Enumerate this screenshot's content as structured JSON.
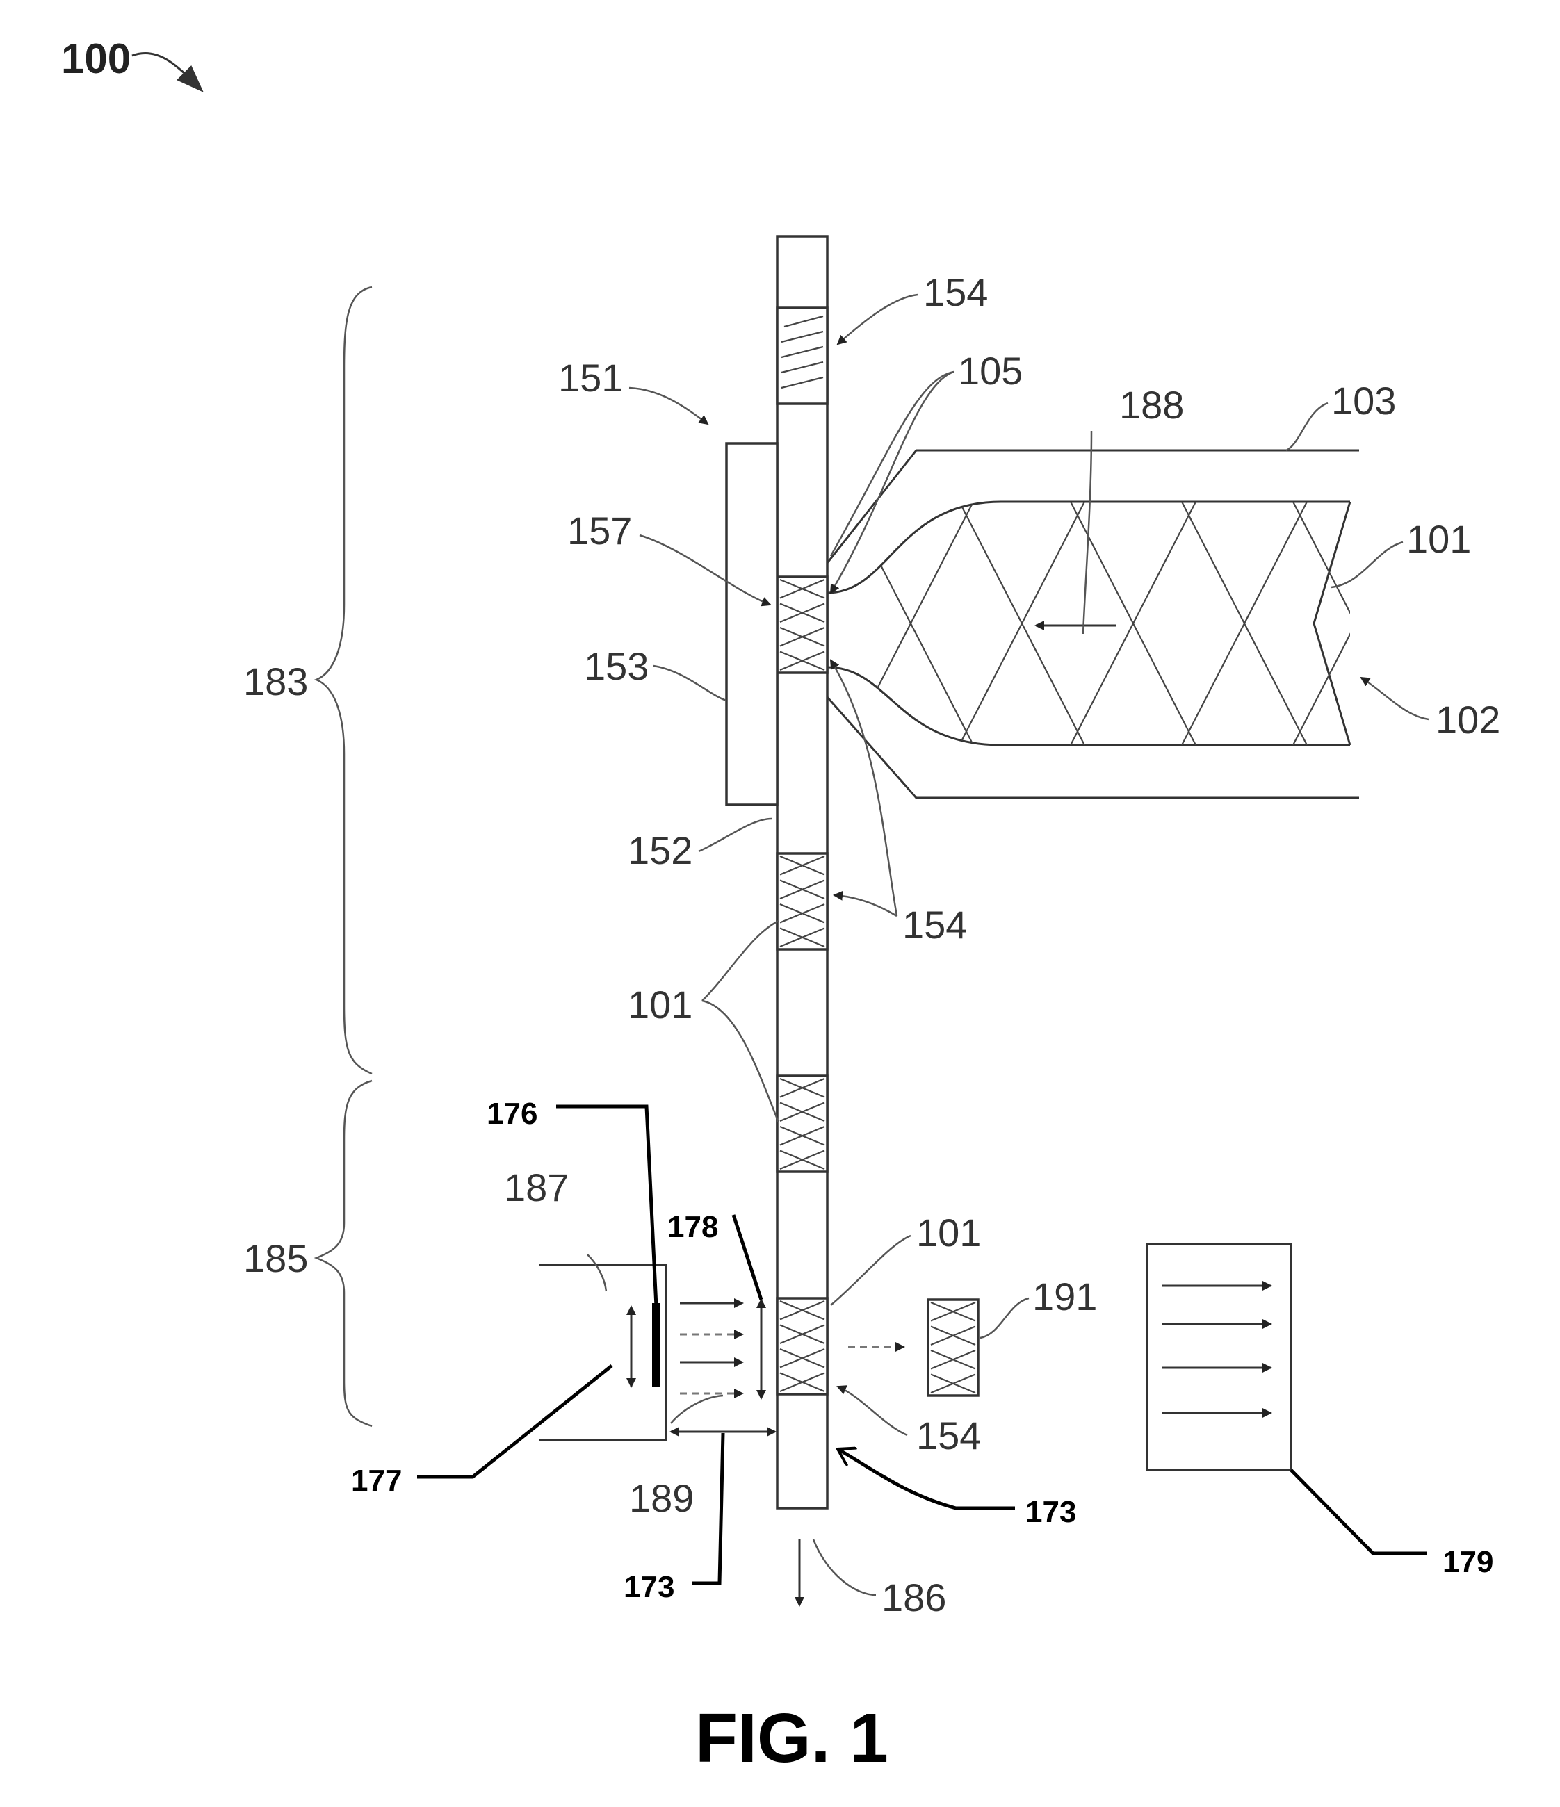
{
  "figure": {
    "caption": "FIG. 1",
    "reference_numeral": "100",
    "labels": {
      "l154_top": "154",
      "l151": "151",
      "l105": "105",
      "l188": "188",
      "l103": "103",
      "l157": "157",
      "l101_right": "101",
      "l153": "153",
      "l183": "183",
      "l102": "102",
      "l152": "152",
      "l154_mid": "154",
      "l101_mid": "101",
      "l176": "176",
      "l187": "187",
      "l178": "178",
      "l101_bottom": "101",
      "l191": "191",
      "l185": "185",
      "l177": "177",
      "l154_bottom": "154",
      "l173_right": "173",
      "l189": "189",
      "l173_left": "173",
      "l179": "179",
      "l186": "186"
    }
  }
}
